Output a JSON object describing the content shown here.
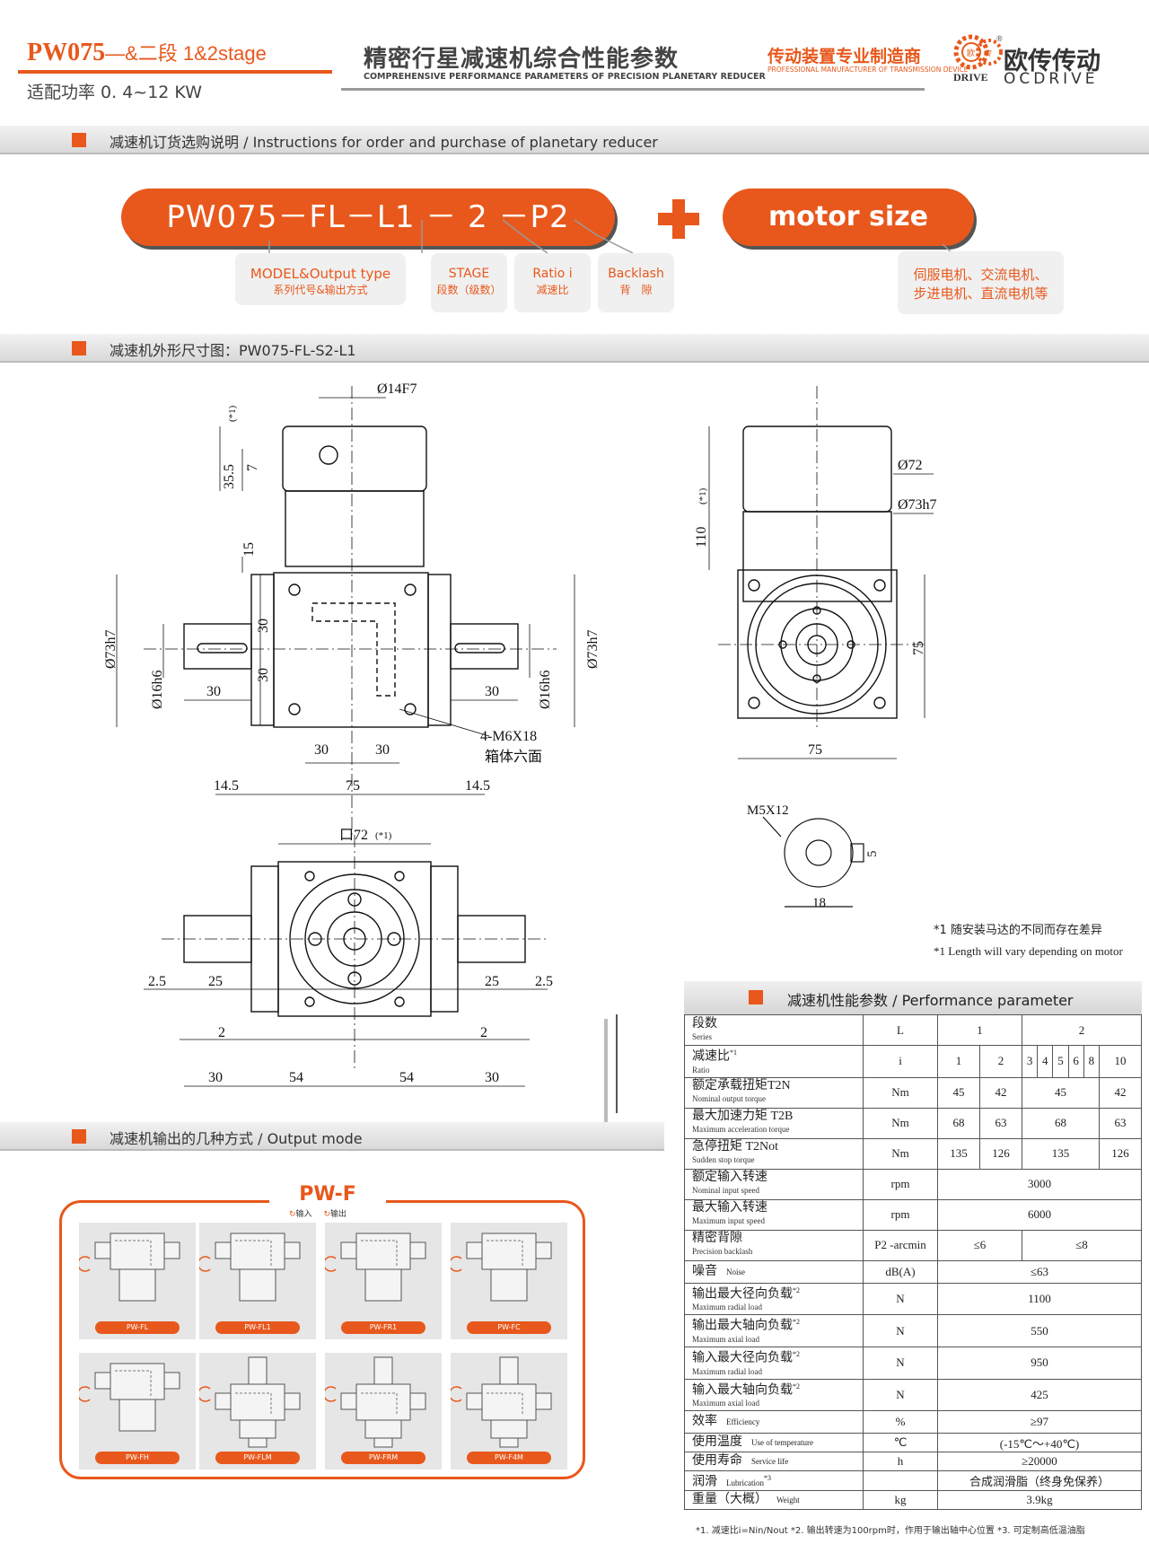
{
  "header": {
    "model": "PW075",
    "stage_text": "—&二段 1&2stage",
    "power": "适配功率 0. 4~12 KW",
    "title_cn": "精密行星减速机综合性能参数",
    "title_en": "COMPREHENSIVE PERFORMANCE PARAMETERS OF PRECISION PLANETARY REDUCER",
    "manufacturer_cn": "传动装置专业制造商",
    "manufacturer_en": "PROFESSIONAL MANUFACTURER OF TRANSMISSION DEVICE",
    "brand_cn": "欧传传动",
    "brand_en": "OCDRIVE",
    "logo_text": "DRIVE",
    "logo_chars": [
      "欧",
      "传"
    ],
    "registered": "®"
  },
  "sections": {
    "order": "减速机订货选购说明 / Instructions for order and purchase of planetary reducer",
    "dimension": "减速机外形尺寸图：PW075-FL-S2-L1",
    "output": "减速机输出的几种方式 / Output mode",
    "performance": "减速机性能参数 / Performance parameter"
  },
  "order": {
    "code": "PW075－FL－L1 － 2 －P2",
    "motor": "motor size",
    "tags": [
      {
        "line1": "MODEL&Output type",
        "line2": "系列代号&输出方式"
      },
      {
        "line1": "STAGE",
        "line2": "段数（级数）"
      },
      {
        "line1": "Ratio i",
        "line2": "减速比"
      },
      {
        "line1": "Backlash",
        "line2": "背　隙"
      }
    ],
    "motor_tag": {
      "line1": "伺服电机、交流电机、",
      "line2": "步进电机、直流电机等"
    }
  },
  "drawing": {
    "d14f7": "Ø14F7",
    "d355": "35.5",
    "d7": "7",
    "star1": "(*1)",
    "d15": "15",
    "d30a": "30",
    "d30b": "30",
    "d73h7": "Ø73h7",
    "d16h6": "Ø16h6",
    "d30": "30",
    "d75": "75",
    "d145": "14.5",
    "m6": "4-M6X18",
    "hex": "箱体六面",
    "d110": "110",
    "d72": "Ø72",
    "d72sq": "口72",
    "d25": "25",
    "d2": "2",
    "d54": "54",
    "d25b": "2.5",
    "m5": "M5X12",
    "d5": "5",
    "d18": "18"
  },
  "notes": {
    "cn": "*1 随安装马达的不同而存在差异",
    "en": "*1 Length will vary depending on motor"
  },
  "modes": {
    "title": "PW-F",
    "in_label": "输入",
    "out_label": "输出",
    "items": [
      "PW-FL",
      "PW-FL1",
      "PW-FR1",
      "PW-FC",
      "PW-FH",
      "PW-FLM",
      "PW-FRM",
      "PW-F4M"
    ]
  },
  "table": {
    "rows": [
      {
        "cn": "段数",
        "en": "Series",
        "unit": "L",
        "vals": [
          "1",
          "2"
        ],
        "spans": [
          2,
          6
        ]
      },
      {
        "cn": "减速比",
        "en": "Ratio",
        "sup": "*1",
        "unit": "i",
        "vals": [
          "1",
          "2",
          "3",
          "4",
          "5",
          "6",
          "8",
          "10"
        ],
        "spans": [
          1,
          1,
          1,
          1,
          1,
          1,
          1,
          1
        ]
      },
      {
        "cn": "额定承载扭矩T2N",
        "en": "Nominal output torque",
        "unit": "Nm",
        "vals": [
          "45",
          "42",
          "45",
          "42"
        ],
        "spans": [
          1,
          1,
          5,
          1
        ]
      },
      {
        "cn": "最大加速力矩 T2B",
        "en": "Maximum acceleration torque",
        "unit": "Nm",
        "vals": [
          "68",
          "63",
          "68",
          "63"
        ],
        "spans": [
          1,
          1,
          5,
          1
        ]
      },
      {
        "cn": "急停扭矩 T2Not",
        "en": "Sudden stop torque",
        "unit": "Nm",
        "vals": [
          "135",
          "126",
          "135",
          "126"
        ],
        "spans": [
          1,
          1,
          5,
          1
        ]
      },
      {
        "cn": "额定输入转速",
        "en": "Nominal input speed",
        "unit": "rpm",
        "vals": [
          "3000"
        ],
        "spans": [
          8
        ]
      },
      {
        "cn": "最大输入转速",
        "en": "Maximum input speed",
        "unit": "rpm",
        "vals": [
          "6000"
        ],
        "spans": [
          8
        ]
      },
      {
        "cn": "精密背隙",
        "en": "Precision backlash",
        "unit": "P2 -arcmin",
        "vals": [
          "≤6",
          "≤8"
        ],
        "spans": [
          2,
          6
        ]
      },
      {
        "cn": "噪音",
        "en": "Noise",
        "unit": "dB(A)",
        "vals": [
          "≤63"
        ],
        "spans": [
          8
        ],
        "cls": "mid",
        "inline": true
      },
      {
        "cn": "输出最大径向负载",
        "en": "Maximum radial load",
        "sup": "*2",
        "unit": "N",
        "vals": [
          "1100"
        ],
        "spans": [
          8
        ]
      },
      {
        "cn": "输出最大轴向负载",
        "en": "Maximum axial load",
        "sup": "*2",
        "unit": "N",
        "vals": [
          "550"
        ],
        "spans": [
          8
        ]
      },
      {
        "cn": "输入最大径向负载",
        "en": "Maximum radial load",
        "sup": "*2",
        "unit": "N",
        "vals": [
          "950"
        ],
        "spans": [
          8
        ]
      },
      {
        "cn": "输入最大轴向负载",
        "en": "Maximum axial load",
        "sup": "*2",
        "unit": "N",
        "vals": [
          "425"
        ],
        "spans": [
          8
        ]
      },
      {
        "cn": "效率",
        "en": "Efficiency",
        "unit": "%",
        "vals": [
          "≥97"
        ],
        "spans": [
          8
        ],
        "cls": "mid",
        "inline": true
      },
      {
        "cn": "使用温度",
        "en": "Use of temperature",
        "unit": "℃",
        "vals": [
          "(-15℃～+40℃)"
        ],
        "spans": [
          8
        ],
        "cls": "short",
        "inline": true
      },
      {
        "cn": "使用寿命",
        "en": "Service life",
        "unit": "h",
        "vals": [
          "≥20000"
        ],
        "spans": [
          8
        ],
        "cls": "short",
        "inline": true
      },
      {
        "cn": "润滑",
        "en": "Lubrication",
        "sup": "*3",
        "unit": "",
        "vals": [
          "合成润滑脂（终身免保养）"
        ],
        "spans": [
          8
        ],
        "cls": "short",
        "inline": true
      },
      {
        "cn": "重量（大概）",
        "en": "Weight",
        "unit": "kg",
        "vals": [
          "3.9kg"
        ],
        "spans": [
          8
        ],
        "cls": "short",
        "inline": true
      }
    ],
    "footnote": "*1. 减速比i=Nin/Nout  *2. 输出转速为100rpm时，作用于输出轴中心位置  *3. 可定制高低温油脂"
  },
  "colors": {
    "accent": "#e8581c"
  }
}
